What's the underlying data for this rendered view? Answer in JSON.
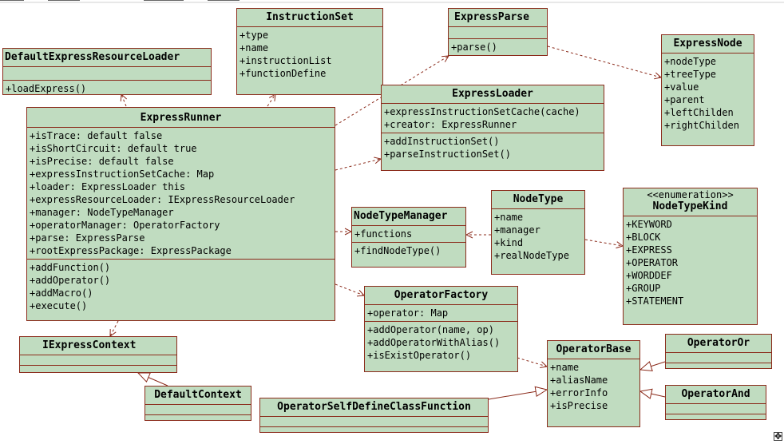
{
  "classes": {
    "default_express_resource_loader": {
      "name": "DefaultExpressResourceLoader",
      "attrs": [],
      "ops": [
        "+loadExpress()"
      ]
    },
    "instruction_set": {
      "name": "InstructionSet",
      "attrs": [
        "+type",
        "+name",
        "+instructionList",
        "+functionDefine"
      ]
    },
    "express_parse": {
      "name": "ExpressParse",
      "ops": [
        "+parse()"
      ]
    },
    "express_node": {
      "name": "ExpressNode",
      "attrs": [
        "+nodeType",
        "+treeType",
        "+value",
        "+parent",
        "+leftChilden",
        "+rightChilden"
      ]
    },
    "express_runner": {
      "name": "ExpressRunner",
      "attrs": [
        "+isTrace: default false",
        "+isShortCircuit: default true",
        "+isPrecise: default false",
        "+expressInstructionSetCache: Map",
        "+loader: ExpressLoader this",
        "+expressResourceLoader: IExpressResourceLoader",
        "+manager: NodeTypeManager",
        "+operatorManager: OperatorFactory",
        "+parse: ExpressParse",
        "+rootExpressPackage: ExpressPackage"
      ],
      "ops": [
        "+addFunction()",
        "+addOperator()",
        "+addMacro()",
        "+execute()"
      ]
    },
    "express_loader": {
      "name": "ExpressLoader",
      "attrs": [
        "+expressInstructionSetCache(cache)",
        "+creator: ExpressRunner"
      ],
      "ops": [
        "+addInstructionSet()",
        "+parseInstructionSet()"
      ]
    },
    "node_type_manager": {
      "name": "NodeTypeManager",
      "attrs": [
        "+functions"
      ],
      "ops": [
        "+findNodeType()"
      ]
    },
    "node_type": {
      "name": "NodeType",
      "attrs": [
        "+name",
        "+manager",
        "+kind",
        "+realNodeType"
      ]
    },
    "node_type_kind": {
      "stereotype": "<<enumeration>>",
      "name": "NodeTypeKind",
      "attrs": [
        "+KEYWORD",
        "+BLOCK",
        "+EXPRESS",
        "+OPERATOR",
        "+WORDDEF",
        "+GROUP",
        "+STATEMENT"
      ]
    },
    "operator_factory": {
      "name": "OperatorFactory",
      "attrs": [
        "+operator: Map"
      ],
      "ops": [
        "+addOperator(name, op)",
        "+addOperatorWithAlias()",
        "+isExistOperator()"
      ]
    },
    "iexpress_context": {
      "name": "IExpressContext"
    },
    "default_context": {
      "name": "DefaultContext"
    },
    "operator_base": {
      "name": "OperatorBase",
      "attrs": [
        "+name",
        "+aliasName",
        "+errorInfo",
        "+isPrecise"
      ]
    },
    "operator_or": {
      "name": "OperatorOr"
    },
    "operator_and": {
      "name": "OperatorAnd"
    },
    "operator_self_define": {
      "name": "OperatorSelfDefineClassFunction"
    }
  },
  "colors": {
    "fill": "#c0dcc0",
    "border": "#8b2b1b",
    "line": "#8b2b1b"
  },
  "icons": {
    "corner": "move-icon"
  }
}
